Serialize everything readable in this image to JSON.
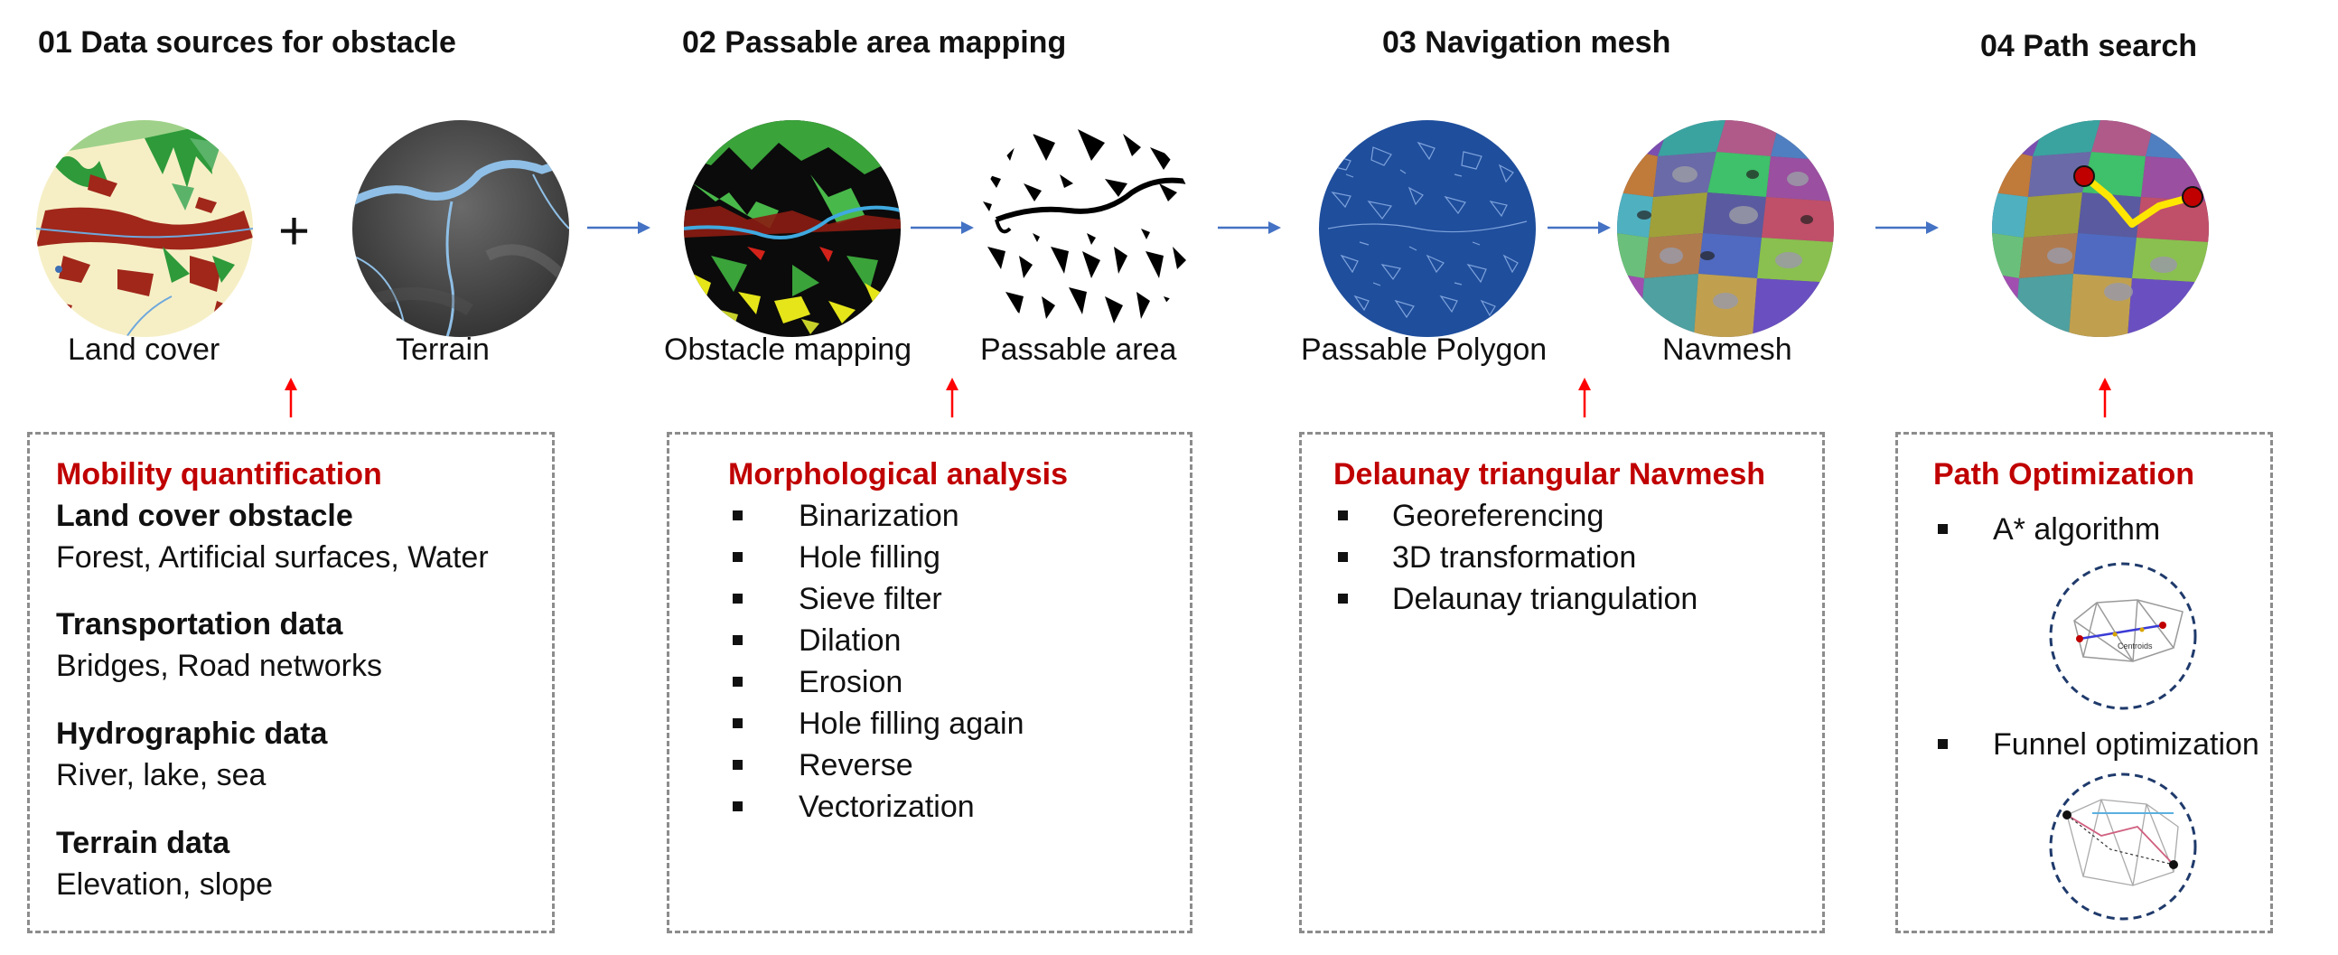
{
  "stages": [
    {
      "title": "01 Data sources for obstacle"
    },
    {
      "title": "02 Passable area mapping"
    },
    {
      "title": "03 Navigation mesh"
    },
    {
      "title": "04 Path search"
    }
  ],
  "images": [
    {
      "label": "Land cover"
    },
    {
      "label": "Terrain"
    },
    {
      "label": "Obstacle mapping"
    },
    {
      "label": "Passable area"
    },
    {
      "label": "Passable Polygon"
    },
    {
      "label": "Navmesh"
    }
  ],
  "plus_symbol": "+",
  "box1": {
    "title": "Mobility quantification",
    "groups": [
      {
        "heading": "Land cover obstacle",
        "text": "Forest, Artificial surfaces, Water"
      },
      {
        "heading": "Transportation data",
        "text": "Bridges, Road networks"
      },
      {
        "heading": "Hydrographic data",
        "text": "River, lake, sea"
      },
      {
        "heading": "Terrain data",
        "text": "Elevation, slope"
      }
    ]
  },
  "box2": {
    "title": "Morphological analysis",
    "items": [
      "Binarization",
      "Hole filling",
      "Sieve filter",
      "Dilation",
      "Erosion",
      "Hole filling again",
      "Reverse",
      "Vectorization"
    ]
  },
  "box3": {
    "title": "Delaunay triangular Navmesh",
    "items": [
      "Georeferencing",
      "3D transformation",
      "Delaunay triangulation"
    ]
  },
  "box4": {
    "title": "Path Optimization",
    "items": [
      "A* algorithm",
      "Funnel optimization"
    ],
    "diagram1_text": "Centroids"
  },
  "colors": {
    "accent_red": "#c00000",
    "flow_arrow": "#4472c4",
    "dashed_border": "#8c8c8c",
    "navmesh_blue": "#1f4e9c"
  }
}
